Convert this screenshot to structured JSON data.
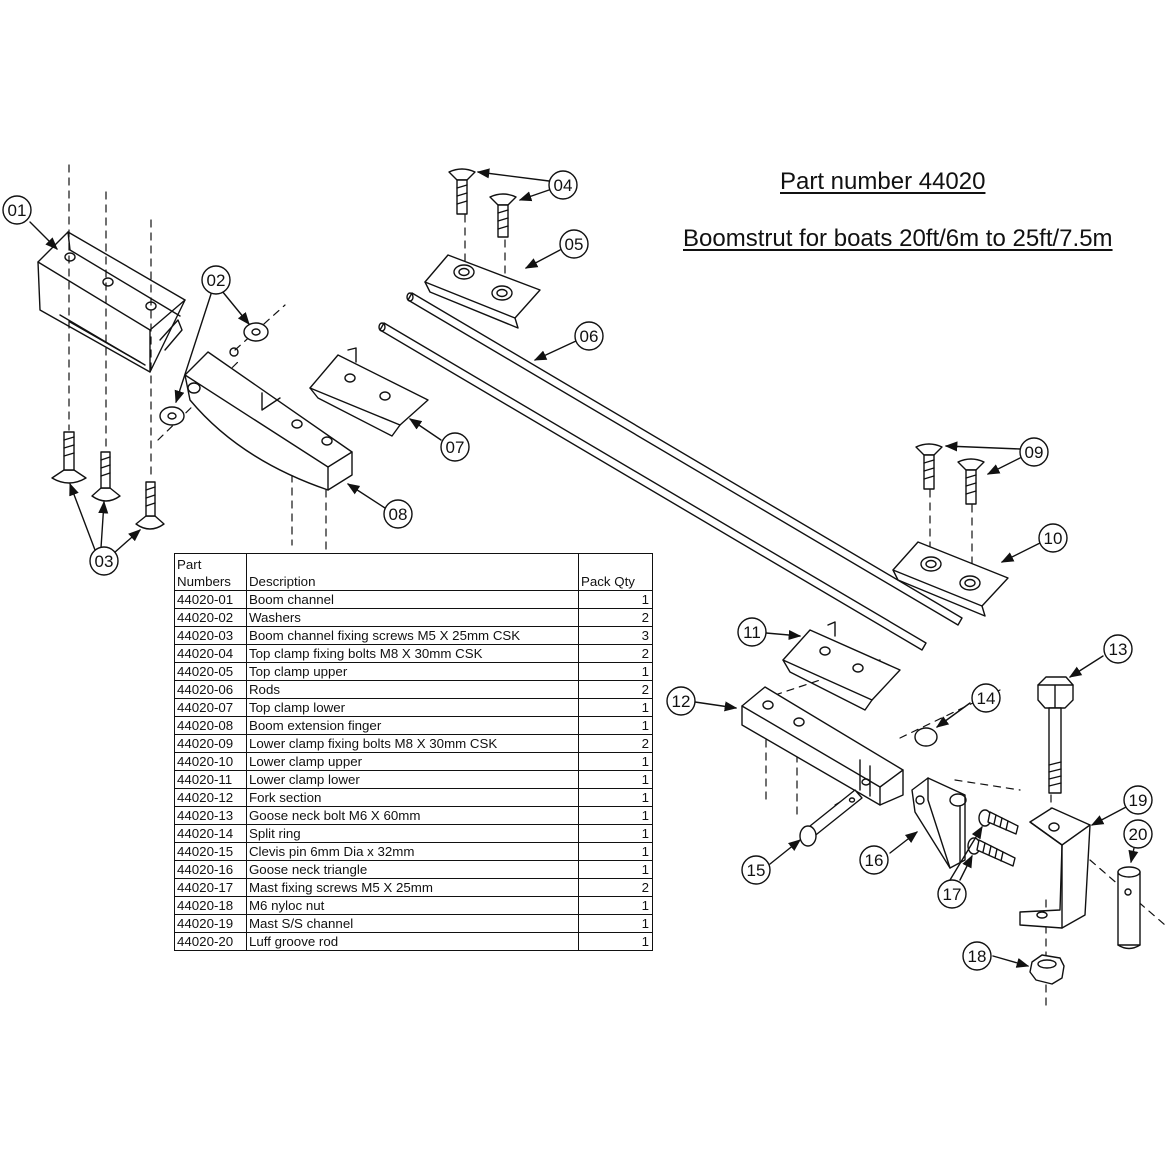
{
  "title": {
    "part_number": "Part number 44020",
    "subtitle": "Boomstrut for boats 20ft/6m to 25ft/7.5m"
  },
  "parts_table": {
    "headers": {
      "part_numbers": "Part\nNumbers",
      "description": "Description",
      "pack_qty": "Pack Qty"
    },
    "rows": [
      {
        "part": "44020-01",
        "description": "Boom channel",
        "qty": "1"
      },
      {
        "part": "44020-02",
        "description": "Washers",
        "qty": "2"
      },
      {
        "part": "44020-03",
        "description": "Boom channel fixing screws M5 X 25mm CSK",
        "qty": "3"
      },
      {
        "part": "44020-04",
        "description": "Top clamp fixing bolts M8 X 30mm CSK",
        "qty": "2"
      },
      {
        "part": "44020-05",
        "description": "Top clamp upper",
        "qty": "1"
      },
      {
        "part": "44020-06",
        "description": "Rods",
        "qty": "2"
      },
      {
        "part": "44020-07",
        "description": "Top clamp lower",
        "qty": "1"
      },
      {
        "part": "44020-08",
        "description": "Boom extension finger",
        "qty": "1"
      },
      {
        "part": "44020-09",
        "description": "Lower clamp fixing bolts M8 X 30mm CSK",
        "qty": "2"
      },
      {
        "part": "44020-10",
        "description": "Lower clamp upper",
        "qty": "1"
      },
      {
        "part": "44020-11",
        "description": "Lower clamp lower",
        "qty": "1"
      },
      {
        "part": "44020-12",
        "description": "Fork section",
        "qty": "1"
      },
      {
        "part": "44020-13",
        "description": "Goose neck bolt M6 X 60mm",
        "qty": "1"
      },
      {
        "part": "44020-14",
        "description": "Split ring",
        "qty": "1"
      },
      {
        "part": "44020-15",
        "description": "Clevis pin 6mm Dia x 32mm",
        "qty": "1"
      },
      {
        "part": "44020-16",
        "description": "Goose neck triangle",
        "qty": "1"
      },
      {
        "part": "44020-17",
        "description": "Mast fixing screws M5 X 25mm",
        "qty": "2"
      },
      {
        "part": "44020-18",
        "description": "M6 nyloc nut",
        "qty": "1"
      },
      {
        "part": "44020-19",
        "description": "Mast S/S channel",
        "qty": "1"
      },
      {
        "part": "44020-20",
        "description": "Luff groove rod",
        "qty": "1"
      }
    ]
  },
  "callouts": [
    "01",
    "02",
    "03",
    "04",
    "05",
    "06",
    "07",
    "08",
    "09",
    "10",
    "11",
    "12",
    "13",
    "14",
    "15",
    "16",
    "17",
    "18",
    "19",
    "20"
  ]
}
